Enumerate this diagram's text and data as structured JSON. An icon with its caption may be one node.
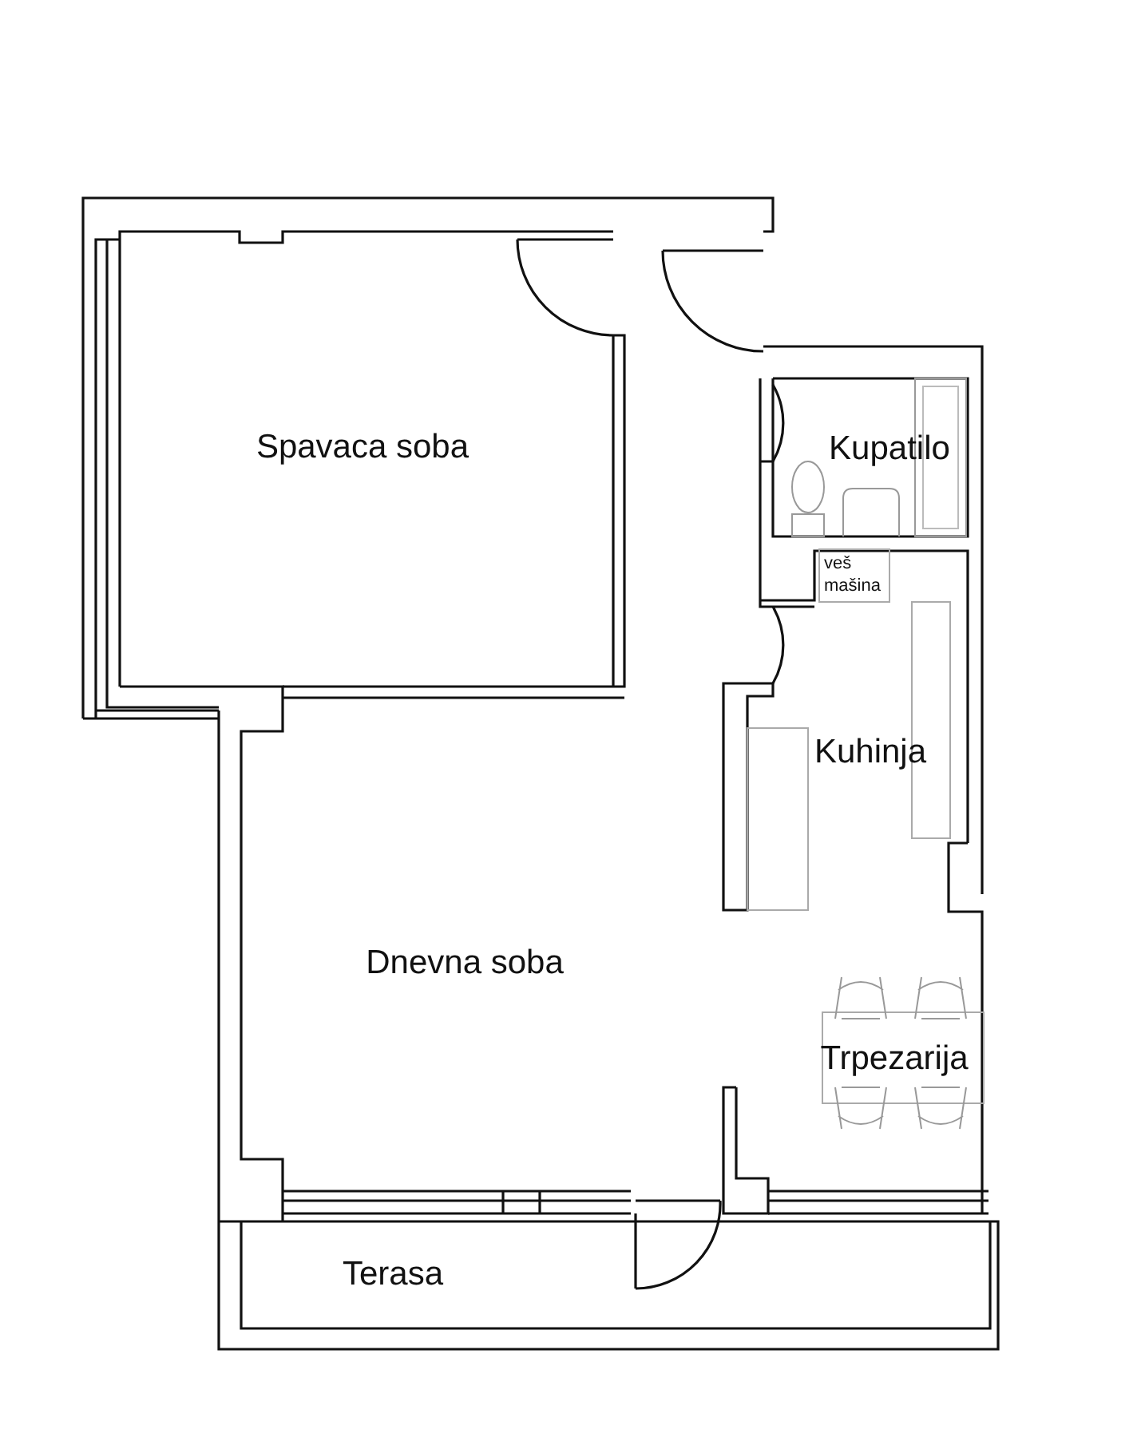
{
  "diagram": {
    "labels": [
      "Spavaca soba",
      "Kupatilo",
      "veš mašina",
      "Kuhinja",
      "Dnevna soba",
      "Trpezarija",
      "Terasa"
    ]
  }
}
